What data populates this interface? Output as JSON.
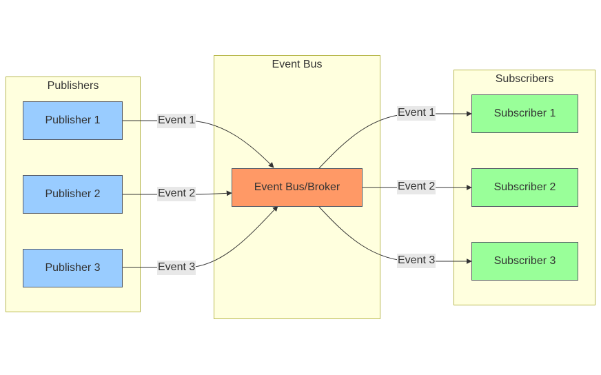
{
  "groups": {
    "publishers": {
      "title": "Publishers"
    },
    "event_bus": {
      "title": "Event Bus"
    },
    "subscribers": {
      "title": "Subscribers"
    }
  },
  "nodes": {
    "publisher_1": "Publisher 1",
    "publisher_2": "Publisher 2",
    "publisher_3": "Publisher 3",
    "broker": "Event Bus/Broker",
    "subscriber_1": "Subscriber 1",
    "subscriber_2": "Subscriber 2",
    "subscriber_3": "Subscriber 3"
  },
  "edges": {
    "p1_to_broker": "Event 1",
    "p2_to_broker": "Event 2",
    "p3_to_broker": "Event 3",
    "broker_to_s1": "Event 1",
    "broker_to_s2": "Event 2",
    "broker_to_s3": "Event 3"
  },
  "colors": {
    "group_fill": "#ffffde",
    "group_border": "#b8b84d",
    "publisher_fill": "#99ccff",
    "broker_fill": "#ff9966",
    "subscriber_fill": "#99ff99",
    "edge_label_bg": "#e8e8e8",
    "edge_stroke": "#333333"
  }
}
